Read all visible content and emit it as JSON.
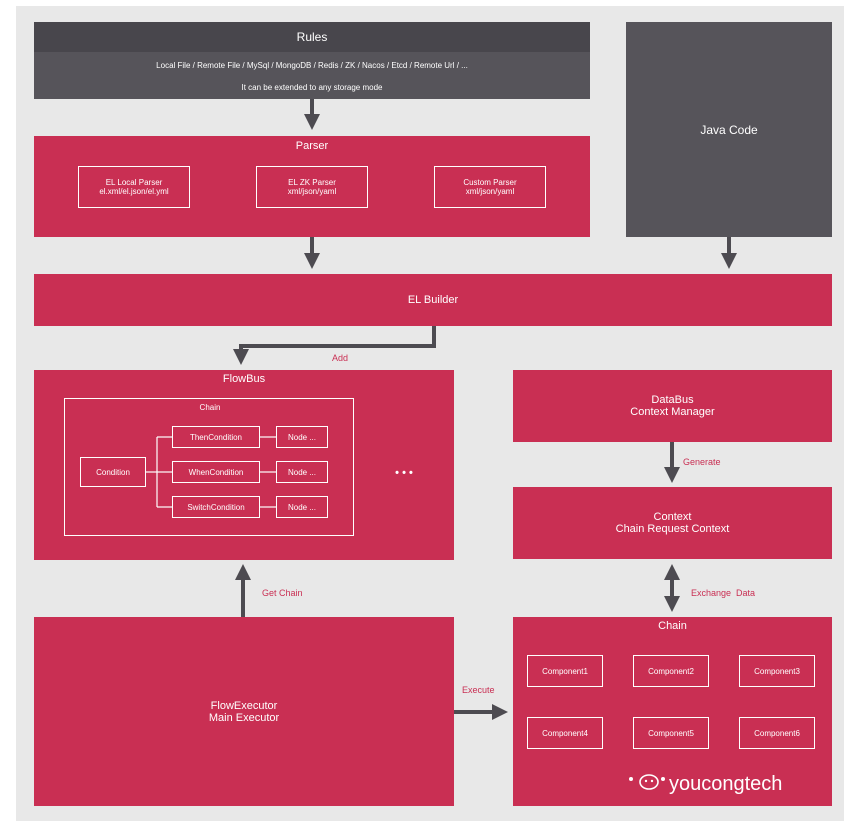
{
  "rules": {
    "title": "Rules",
    "sources": "Local File / Remote File / MySql / MongoDB / Redis / ZK / Nacos / Etcd / Remote Url / ...",
    "note": "It can be extended to any storage mode"
  },
  "java_code": "Java Code",
  "parser": {
    "title": "Parser",
    "items": [
      {
        "line1": "EL Local Parser",
        "line2": "el.xml/el.json/el.yml"
      },
      {
        "line1": "EL ZK Parser",
        "line2": "xml/json/yaml"
      },
      {
        "line1": "Custom Parser",
        "line2": "xml/json/yaml"
      }
    ]
  },
  "el_builder": "EL Builder",
  "add_label": "Add",
  "flowbus": {
    "title": "FlowBus",
    "chain_label": "Chain",
    "condition": "Condition",
    "conditions": [
      "ThenCondition",
      "WhenCondition",
      "SwitchCondition"
    ],
    "node": "Node ...",
    "ellipsis": "• • •"
  },
  "databus": {
    "line1": "DataBus",
    "line2": "Context Manager"
  },
  "generate_label": "Generate",
  "context": {
    "line1": "Context",
    "line2": "Chain Request Context"
  },
  "exchange_label": "Exchange  Data",
  "get_chain_label": "Get Chain",
  "executor": {
    "line1": "FlowExecutor",
    "line2": "Main Executor"
  },
  "execute_label": "Execute",
  "chain": {
    "title": "Chain",
    "components": [
      "Component1",
      "Component2",
      "Component3",
      "Component4",
      "Component5",
      "Component6"
    ]
  },
  "watermark": "youcongtech",
  "colors": {
    "primary": "#c92f53",
    "dark": "#56545a",
    "arrow": "#4d4b51",
    "background": "#e8e8e8"
  }
}
